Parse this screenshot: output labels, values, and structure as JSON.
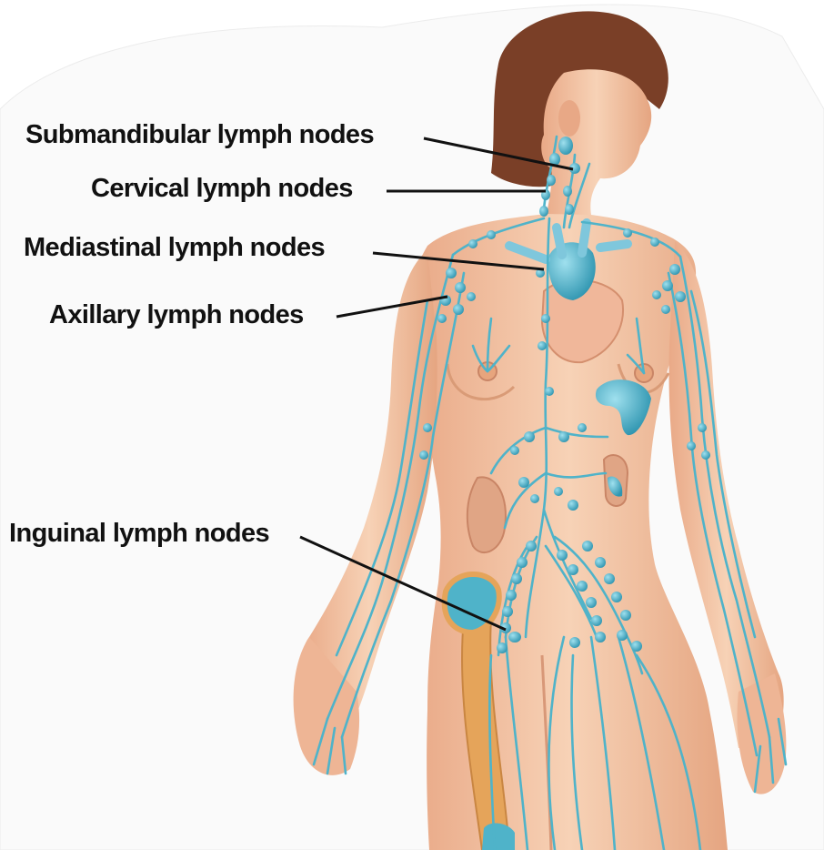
{
  "diagram": {
    "colors": {
      "skin": "#f3c3a0",
      "skin_shadow": "#e3a27c",
      "hair": "#7a3f27",
      "lymph": "#4fb3c9",
      "lymph_node": "#3fa6c0",
      "heart": "#f0b79a",
      "bone": "#e5a45a",
      "vein": "#7fc7dc",
      "label_text": "#111111"
    },
    "labels": [
      {
        "id": "submandibular",
        "text": "Submandibular lymph nodes"
      },
      {
        "id": "cervical",
        "text": "Cervical lymph nodes"
      },
      {
        "id": "mediastinal",
        "text": "Mediastinal lymph nodes"
      },
      {
        "id": "axillary",
        "text": "Axillary lymph nodes"
      },
      {
        "id": "inguinal",
        "text": "Inguinal lymph nodes"
      }
    ]
  }
}
